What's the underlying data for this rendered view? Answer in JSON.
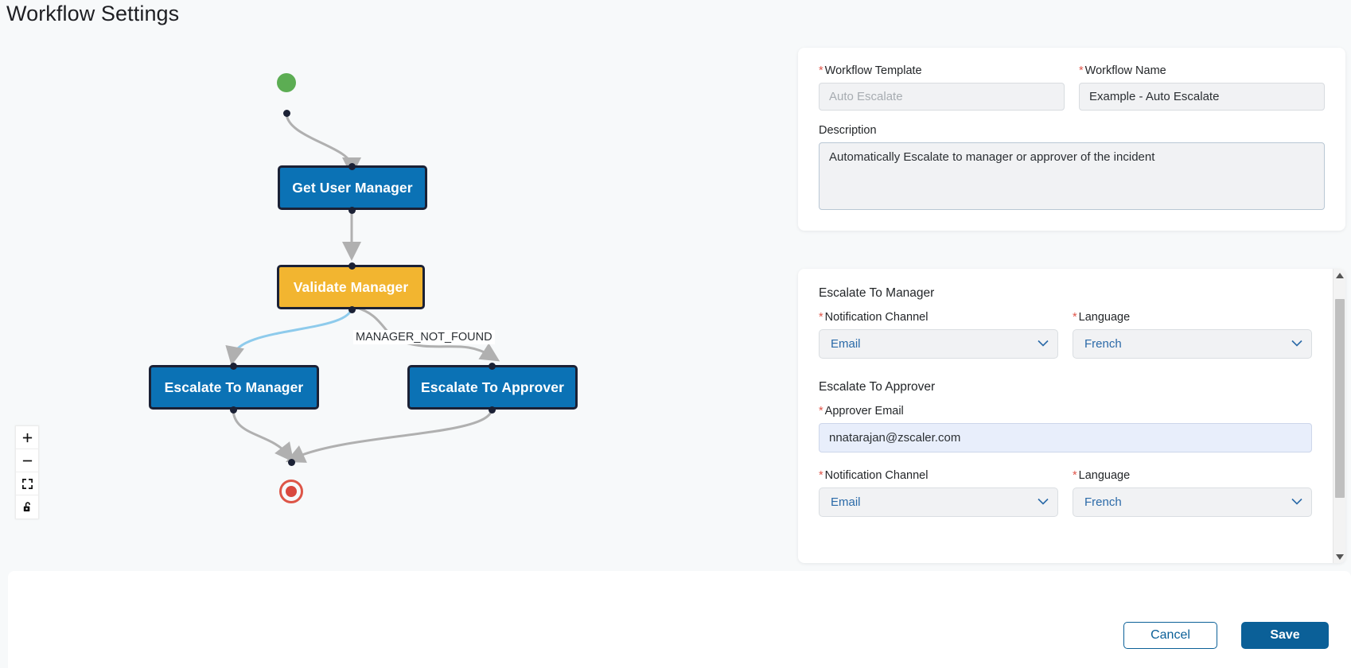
{
  "page": {
    "title": "Workflow Settings"
  },
  "canvas": {
    "nodes": [
      {
        "id": "start",
        "type": "start",
        "label": ""
      },
      {
        "id": "get-user-manager",
        "type": "action",
        "label": "Get User Manager"
      },
      {
        "id": "validate-manager",
        "type": "decision",
        "label": "Validate Manager"
      },
      {
        "id": "escalate-to-manager",
        "type": "action",
        "label": "Escalate To Manager"
      },
      {
        "id": "escalate-to-approver",
        "type": "action",
        "label": "Escalate To Approver"
      },
      {
        "id": "end",
        "type": "end",
        "label": ""
      }
    ],
    "edge_labels": {
      "manager_not_found": "MANAGER_NOT_FOUND"
    },
    "colors": {
      "action_node": "#0b72b5",
      "decision_node": "#f2b530",
      "node_border": "#1b2135",
      "start_node": "#5cad53",
      "end_node": "#d9483e",
      "edge": "#b0b0b0",
      "edge_selected": "#8ecbec"
    },
    "controls": [
      {
        "name": "zoom-in",
        "icon": "plus-icon"
      },
      {
        "name": "zoom-out",
        "icon": "minus-icon"
      },
      {
        "name": "fit-view",
        "icon": "fit-view-icon"
      },
      {
        "name": "toggle-interactivity",
        "icon": "unlock-icon"
      }
    ]
  },
  "general": {
    "workflow_template": {
      "label": "Workflow Template",
      "required": true,
      "value": "",
      "placeholder": "Auto Escalate"
    },
    "workflow_name": {
      "label": "Workflow Name",
      "required": true,
      "value": "Example - Auto Escalate",
      "placeholder": ""
    },
    "description": {
      "label": "Description",
      "required": false,
      "value": "Automatically Escalate to manager or approver of the incident",
      "placeholder": ""
    }
  },
  "escalate": {
    "manager_section": {
      "heading": "Escalate To Manager",
      "notification_channel": {
        "label": "Notification Channel",
        "required": true,
        "value": "Email"
      },
      "language": {
        "label": "Language",
        "required": true,
        "value": "French"
      }
    },
    "approver_section": {
      "heading": "Escalate To Approver",
      "approver_email": {
        "label": "Approver Email",
        "required": true,
        "value": "nnatarajan@zscaler.com"
      },
      "notification_channel": {
        "label": "Notification Channel",
        "required": true,
        "value": "Email"
      },
      "language": {
        "label": "Language",
        "required": true,
        "value": "French"
      }
    }
  },
  "footer": {
    "cancel_label": "Cancel",
    "save_label": "Save"
  },
  "theme": {
    "accent": "#0b6098",
    "required_marker": "#e0554a",
    "page_background": "#f7f9fa"
  }
}
